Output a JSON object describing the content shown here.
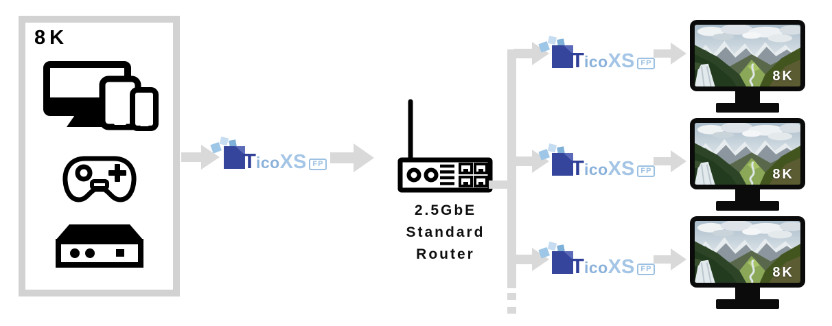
{
  "source": {
    "label": "8K",
    "icons": [
      "devices-icon",
      "gamepad-icon",
      "settop-box-icon"
    ]
  },
  "logo": {
    "t": "T",
    "ico": "ico",
    "xs": "XS",
    "fp": "FP"
  },
  "router": {
    "line1": "2.5GbE",
    "line2": "Standard",
    "line3": "Router",
    "icon": "router-icon"
  },
  "monitors": [
    {
      "label": "8K"
    },
    {
      "label": "8K"
    },
    {
      "label": "8K"
    }
  ],
  "colors": {
    "accent_navy": "#36459c",
    "accent_blue": "#8ab1da",
    "accent_blue_pale": "#a4c5e5",
    "connector_gray": "#d9d9d9"
  }
}
